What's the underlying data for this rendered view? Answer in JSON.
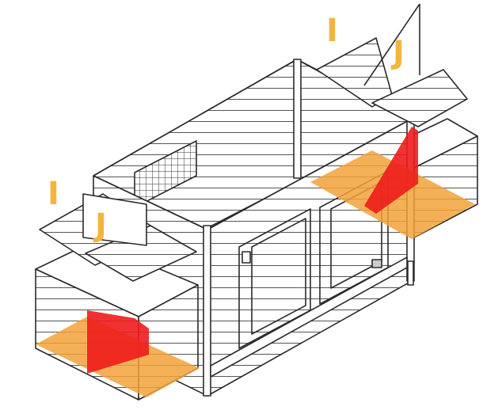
{
  "labels": {
    "left_i": "I",
    "left_j": "J",
    "right_i": "I",
    "right_j": "J"
  },
  "colors": {
    "outline": "#2b2b2b",
    "panel_fill": "#ffffff",
    "highlight_orange": "#f2a23a",
    "highlight_red": "#ee1c1c",
    "label": "#f3b53d"
  },
  "icons": {
    "door_latch": "latch-icon",
    "door_handle": "handle-icon",
    "wire_vent": "mesh-vent"
  }
}
